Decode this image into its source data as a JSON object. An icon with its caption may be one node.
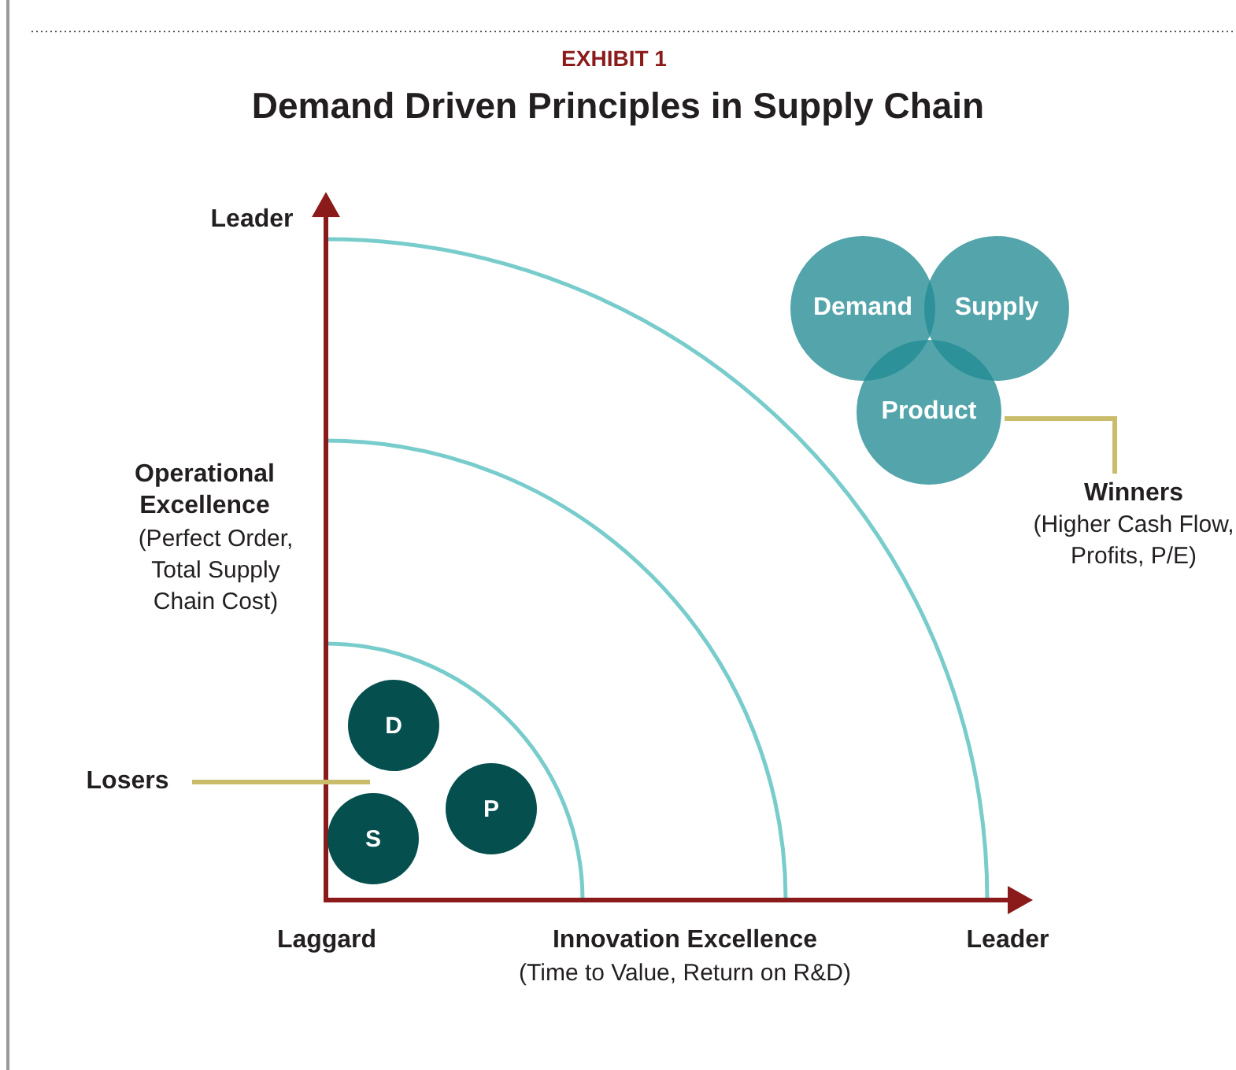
{
  "diagram": {
    "title": "Demand Driven Principles in Supply Chain",
    "nodes": [
      {
        "text": [
          "Demand"
        ]
      },
      {
        "text": [
          "Supply"
        ]
      },
      {
        "text": [
          "Product"
        ]
      },
      {
        "text": [
          "Winners",
          "(Higher Cash Flow, Profits, P/E)"
        ]
      },
      {
        "text": [
          "D"
        ]
      },
      {
        "text": [
          "S"
        ]
      },
      {
        "text": [
          "P"
        ]
      },
      {
        "text": [
          "Losers"
        ]
      }
    ],
    "edges": [
      {
        "from": 3,
        "to": 2,
        "arrow": "none"
      },
      {
        "from": 7,
        "to": 4,
        "arrow": "none"
      }
    ],
    "labels": [
      "EXHIBIT 1",
      "Leader",
      "Operational Excellence",
      "(Perfect Order, Total Supply Chain Cost)",
      "Laggard",
      "Innovation Excellence",
      "(Time to Value, Return on R&D)",
      "Leader"
    ]
  }
}
